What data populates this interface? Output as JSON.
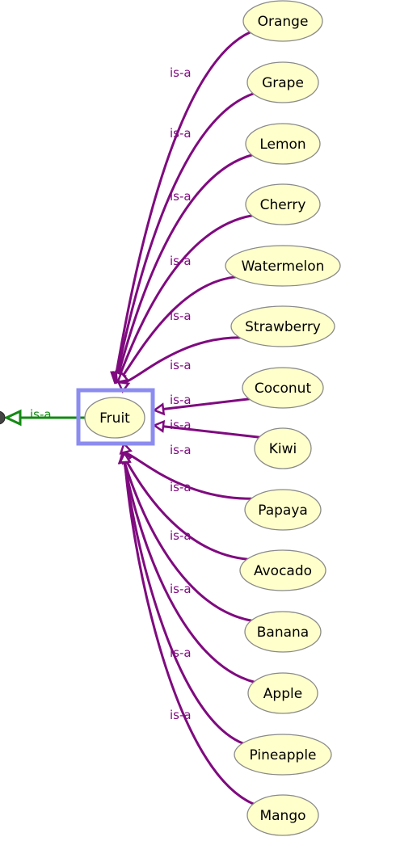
{
  "diagram": {
    "root": {
      "label": "Fruit"
    },
    "parent_edge_label": "is-a",
    "children": [
      {
        "label": "Orange",
        "edge_label": "is-a"
      },
      {
        "label": "Grape",
        "edge_label": "is-a"
      },
      {
        "label": "Lemon",
        "edge_label": "is-a"
      },
      {
        "label": "Cherry",
        "edge_label": "is-a"
      },
      {
        "label": "Watermelon",
        "edge_label": "is-a"
      },
      {
        "label": "Strawberry",
        "edge_label": "is-a"
      },
      {
        "label": "Coconut",
        "edge_label": "is-a"
      },
      {
        "label": "Kiwi",
        "edge_label": "is-a"
      },
      {
        "label": "Papaya",
        "edge_label": "is-a"
      },
      {
        "label": "Avocado",
        "edge_label": "is-a"
      },
      {
        "label": "Banana",
        "edge_label": "is-a"
      },
      {
        "label": "Apple",
        "edge_label": "is-a"
      },
      {
        "label": "Pineapple",
        "edge_label": "is-a"
      },
      {
        "label": "Mango",
        "edge_label": "is-a"
      }
    ]
  },
  "colors": {
    "child_edge": "#7f0a7f",
    "parent_edge": "#138a13",
    "node_fill": "#ffffcc",
    "node_stroke": "#8a8a8a",
    "selection": "#8c8cf0"
  }
}
